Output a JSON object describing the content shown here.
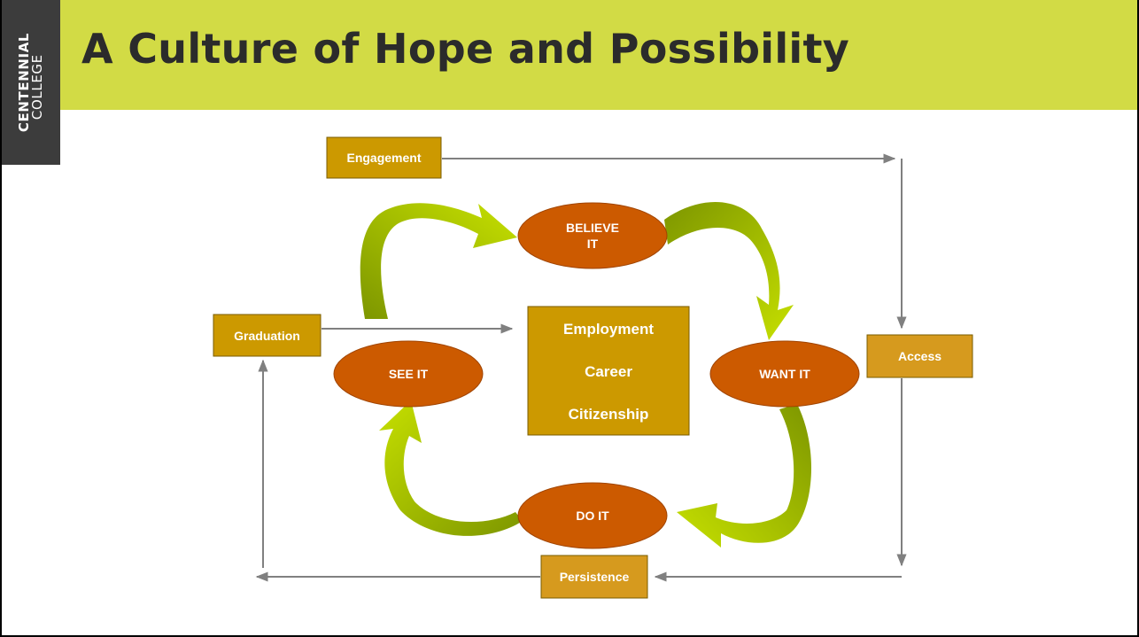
{
  "slide": {
    "title": "A Culture of Hope and Possibility",
    "logo": {
      "line1": "CENTENNIAL",
      "line2": "COLLEGE"
    }
  },
  "diagram": {
    "stages": {
      "engagement": "Engagement",
      "access": "Access",
      "persistence": "Persistence",
      "graduation": "Graduation"
    },
    "cycle": {
      "believe_line1": "BELIEVE",
      "believe_line2": "IT",
      "want": "WANT IT",
      "do": "DO IT",
      "see": "SEE IT"
    },
    "outcomes": [
      "Employment",
      "Career",
      "Citizenship"
    ]
  },
  "colors": {
    "header_bg": "#d2db45",
    "logo_bg": "#3c3c3c",
    "stage_box": "#cc9900",
    "oval": "#cc5a00",
    "cycle_arrow": "#a8c400",
    "connector": "#808080"
  }
}
